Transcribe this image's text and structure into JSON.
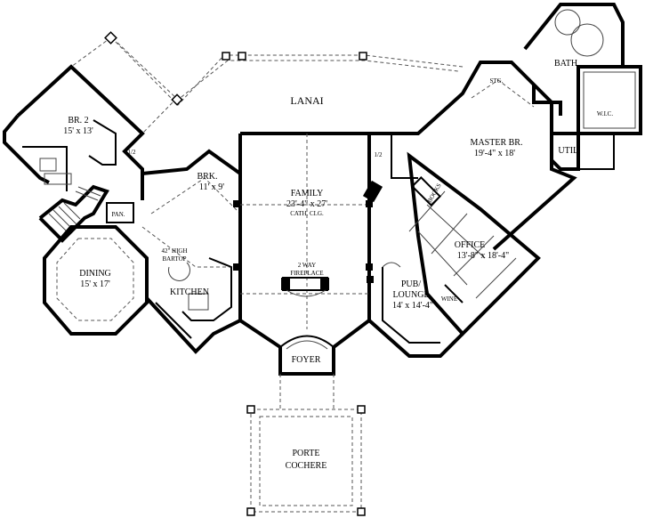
{
  "rooms": {
    "lanai": {
      "name": "LANAI"
    },
    "br2": {
      "name": "BR. 2",
      "size": "15' x 13'"
    },
    "half_bath_left": {
      "name": "1/2"
    },
    "half_bath_right": {
      "name": "1/2"
    },
    "brk": {
      "name": "BRK.",
      "size": "11' x 9'"
    },
    "family": {
      "name": "FAMILY",
      "size": "23'-4\" x 27'",
      "note": "CATH. CLG."
    },
    "master": {
      "name": "MASTER BR.",
      "size": "19'-4\" x 18'"
    },
    "stg": {
      "name": "STG."
    },
    "bath": {
      "name": "BATH"
    },
    "wic": {
      "name": "W.I.C."
    },
    "util": {
      "name": "UTIL."
    },
    "books": {
      "name": "BOOKS"
    },
    "office": {
      "name": "OFFICE",
      "size": "13'-8\" x 18'-4\""
    },
    "dining": {
      "name": "DINING",
      "size": "15' x 17'"
    },
    "pan": {
      "name": "PAN."
    },
    "kitchen": {
      "name": "KITCHEN",
      "bartop_line1": "42\" HIGH",
      "bartop_line2": "BARTOP"
    },
    "fireplace": {
      "line1": "2 WAY",
      "line2": "FIREPLACE"
    },
    "pub": {
      "name": "PUB/",
      "name2": "LOUNGE",
      "size": "14' x 14'-4\""
    },
    "wine": {
      "name": "WINE"
    },
    "foyer": {
      "name": "FOYER"
    },
    "porte": {
      "name": "PORTE",
      "name2": "COCHERE"
    }
  }
}
